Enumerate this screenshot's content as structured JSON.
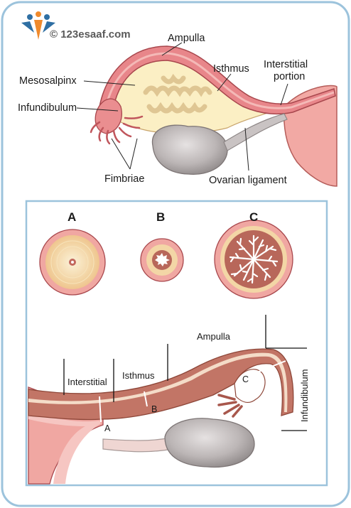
{
  "watermark": {
    "text": "© 123esaaf.com"
  },
  "top_figure": {
    "labels": {
      "ampulla": "Ampulla",
      "isthmus": "Isthmus",
      "interstitial_1": "Interstitial",
      "interstitial_2": "portion",
      "mesosalpinx": "Mesosalpinx",
      "infundibulum": "Infundibulum",
      "fimbriae": "Fimbriae",
      "ovarian_ligament": "Ovarian ligament"
    }
  },
  "bottom_figure": {
    "sections": {
      "a": "A",
      "b": "B",
      "c": "C"
    },
    "regions": {
      "ampulla": "Ampulla",
      "interstitial": "Interstitial",
      "isthmus": "Isthmus",
      "infundibulum": "Infundibulum"
    },
    "points": {
      "a": "A",
      "b": "B",
      "c": "C"
    }
  },
  "colors": {
    "frame": "#9cc3dc",
    "tube_pink": "#e8868a",
    "tube_light": "#f6c6c2",
    "mucosa_brown": "#b46a5a",
    "tan": "#f3d6a6",
    "ovary_gray": "#bdb7b7"
  }
}
